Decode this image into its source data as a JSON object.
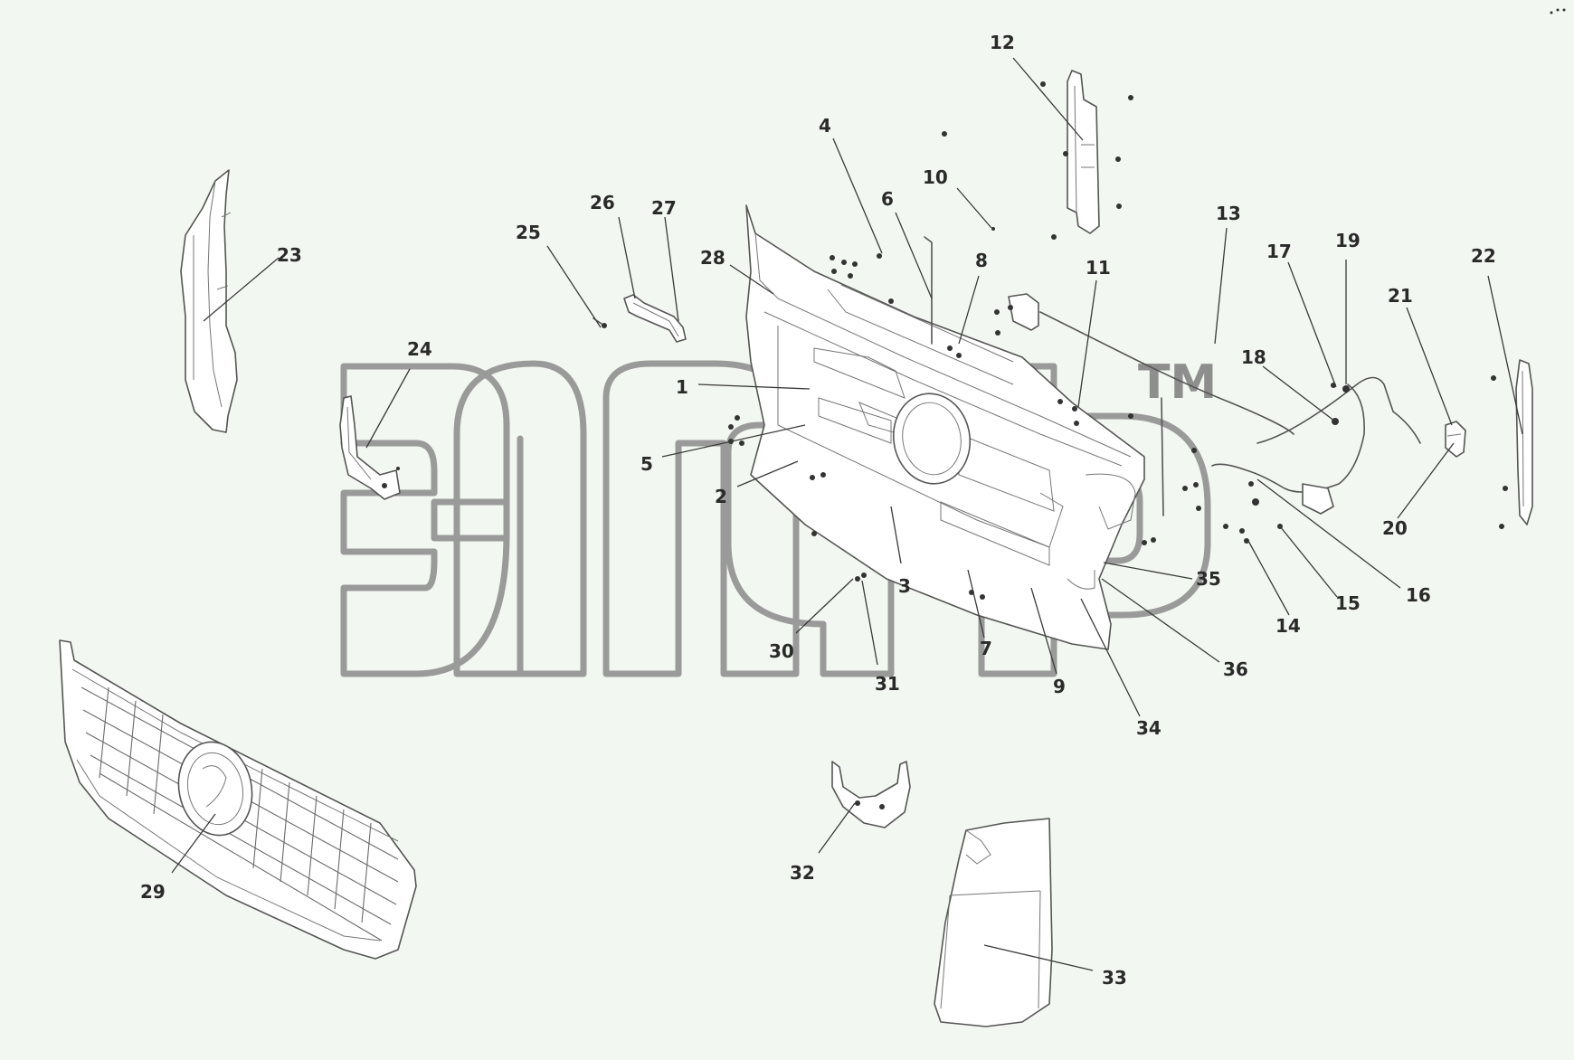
{
  "watermark": {
    "tm": "TM"
  },
  "callouts": [
    {
      "n": "1"
    },
    {
      "n": "2"
    },
    {
      "n": "3"
    },
    {
      "n": "4"
    },
    {
      "n": "5"
    },
    {
      "n": "6"
    },
    {
      "n": "7"
    },
    {
      "n": "8"
    },
    {
      "n": "9"
    },
    {
      "n": "10"
    },
    {
      "n": "11"
    },
    {
      "n": "12"
    },
    {
      "n": "13"
    },
    {
      "n": "14"
    },
    {
      "n": "15"
    },
    {
      "n": "16"
    },
    {
      "n": "17"
    },
    {
      "n": "18"
    },
    {
      "n": "19"
    },
    {
      "n": "20"
    },
    {
      "n": "21"
    },
    {
      "n": "22"
    },
    {
      "n": "23"
    },
    {
      "n": "24"
    },
    {
      "n": "25"
    },
    {
      "n": "26"
    },
    {
      "n": "27"
    },
    {
      "n": "28"
    },
    {
      "n": "29"
    },
    {
      "n": "30"
    },
    {
      "n": "31"
    },
    {
      "n": "32"
    },
    {
      "n": "33"
    },
    {
      "n": "34"
    },
    {
      "n": "35"
    },
    {
      "n": "36"
    }
  ]
}
